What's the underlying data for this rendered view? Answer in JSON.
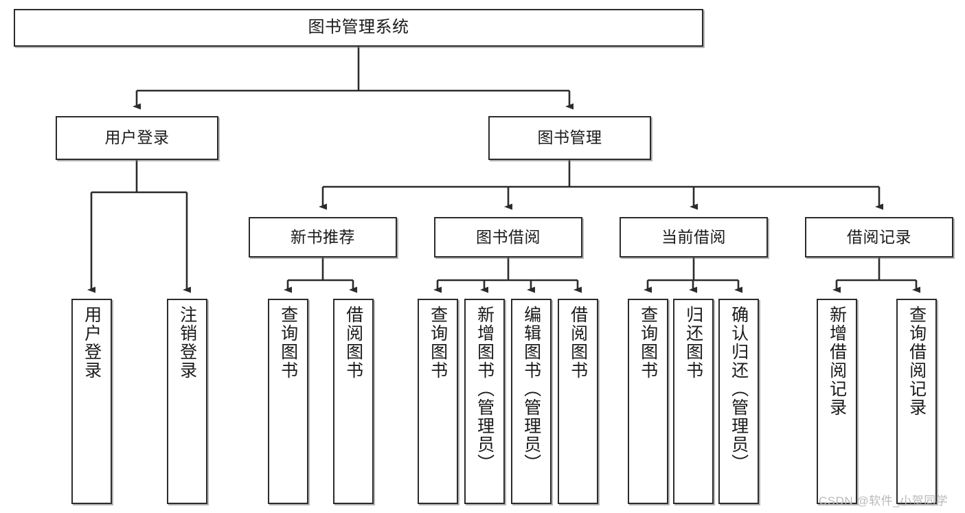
{
  "diagram": {
    "type": "tree-hierarchy",
    "title": "图书管理系统",
    "watermark": "CSDN @软件_小贺同学",
    "colors": {
      "box_border": "#2b2b2b",
      "box_fill": "#ffffff",
      "edge": "#2b2b2b",
      "text": "#1a1a1a",
      "watermark": "#b9b9b9"
    },
    "nodes": {
      "root": {
        "label": "图书管理系统"
      },
      "level2": [
        {
          "label": "用户登录"
        },
        {
          "label": "图书管理"
        }
      ],
      "level3": [
        {
          "label": "新书推荐"
        },
        {
          "label": "图书借阅"
        },
        {
          "label": "当前借阅"
        },
        {
          "label": "借阅记录"
        }
      ],
      "leaves": {
        "user_login": [
          {
            "label": "用户登录"
          },
          {
            "label": "注销登录"
          }
        ],
        "new_book_recommend": [
          {
            "label": "查询图书"
          },
          {
            "label": "借阅图书"
          }
        ],
        "book_borrow": [
          {
            "label": "查询图书"
          },
          {
            "label": "新增图书（管理员）"
          },
          {
            "label": "编辑图书（管理员）"
          },
          {
            "label": "借阅图书"
          }
        ],
        "current_borrow": [
          {
            "label": "查询图书"
          },
          {
            "label": "归还图书"
          },
          {
            "label": "确认归还（管理员）"
          }
        ],
        "borrow_record": [
          {
            "label": "新增借阅记录"
          },
          {
            "label": "查询借阅记录"
          }
        ]
      }
    }
  }
}
